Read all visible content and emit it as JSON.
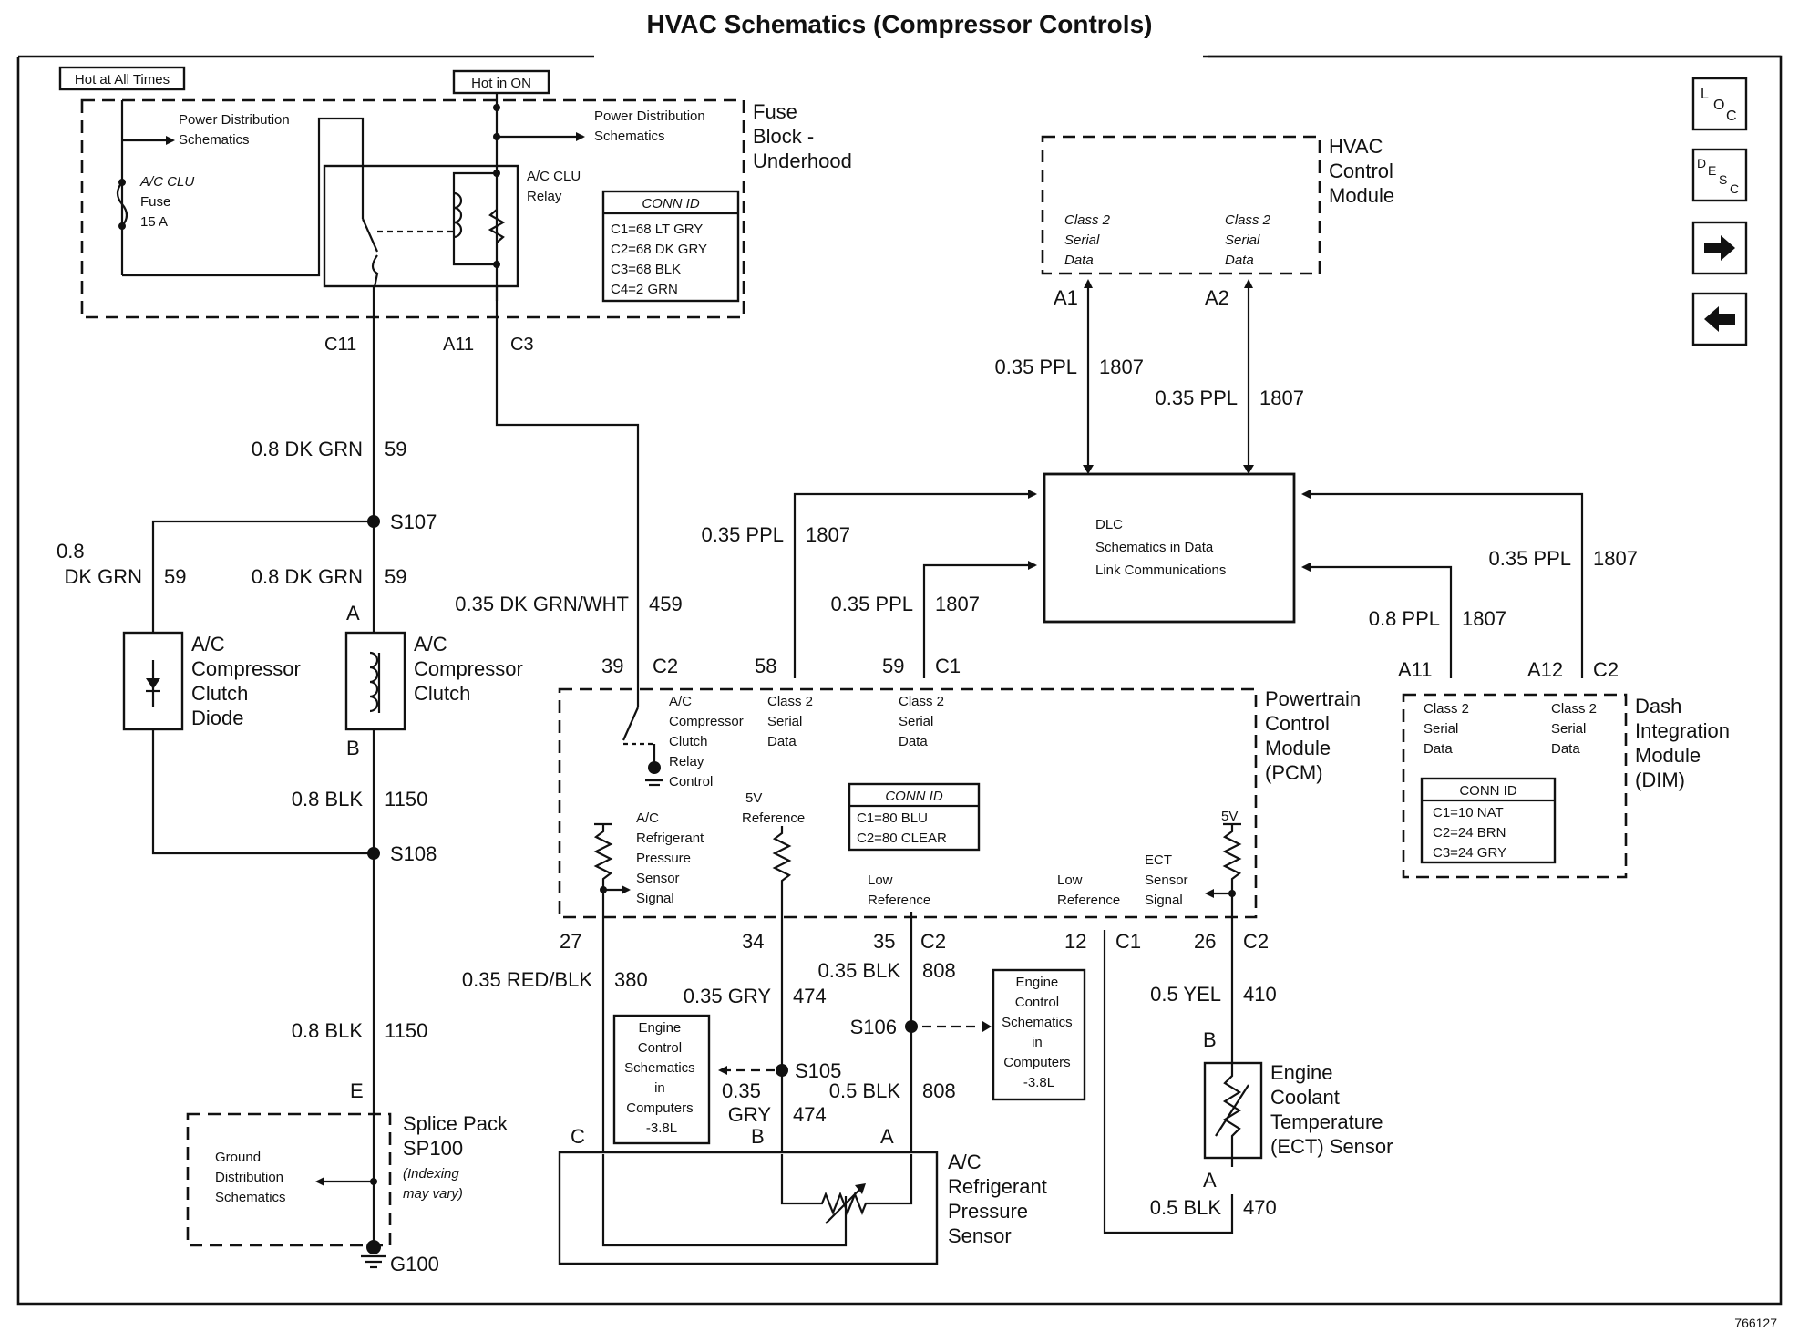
{
  "title": "HVAC Schematics (Compressor Controls)",
  "figure_id": "766127",
  "nav": {
    "loc_icon": "LOC",
    "desc_icon": "DESC",
    "next_icon": "arrow-right",
    "prev_icon": "arrow-left"
  },
  "feeds": {
    "hot_all_times": "Hot at All Times",
    "hot_in_on": "Hot in ON"
  },
  "fuse_block": {
    "name": [
      "Fuse",
      "Block -",
      "Underhood"
    ],
    "pd_left": [
      "Power Distribution",
      "Schematics"
    ],
    "pd_right": [
      "Power Distribution",
      "Schematics"
    ],
    "fuse": [
      "A/C CLU",
      "Fuse",
      "15 A"
    ],
    "relay": [
      "A/C CLU",
      "Relay"
    ],
    "conn_title": "CONN ID",
    "conn": [
      "C1=68 LT GRY",
      "C2=68 DK GRY",
      "C3=68 BLK",
      "C4=2 GRN"
    ],
    "pins": {
      "c11": "C11",
      "a11": "A11",
      "c3": "C3"
    }
  },
  "hvac_module": {
    "name": [
      "HVAC",
      "Control",
      "Module"
    ],
    "d1": [
      "Class 2",
      "Serial",
      "Data"
    ],
    "d2": [
      "Class 2",
      "Serial",
      "Data"
    ],
    "pin_a1": "A1",
    "pin_a2": "A2"
  },
  "dlc": {
    "lines": [
      "DLC",
      "Schematics in Data",
      "Link Communications"
    ]
  },
  "wires": {
    "ppl_a1": [
      "0.35 PPL",
      "1807"
    ],
    "ppl_a2": [
      "0.35 PPL",
      "1807"
    ],
    "ppl_58": [
      "0.35 PPL",
      "1807"
    ],
    "ppl_59": [
      "0.35 PPL",
      "1807"
    ],
    "ppl_a12": [
      "0.35 PPL",
      "1807"
    ],
    "ppl_a11": [
      "0.8 PPL",
      "1807"
    ],
    "grn_top": [
      "0.8 DK GRN",
      "59"
    ],
    "grn_left_a": "0.8",
    "grn_left_b": [
      "DK GRN",
      "59"
    ],
    "grn_clutch": [
      "0.8 DK GRN",
      "59"
    ],
    "grn_wht": [
      "0.35 DK GRN/WHT",
      "459"
    ],
    "blk_1150_a": [
      "0.8 BLK",
      "1150"
    ],
    "blk_1150_b": [
      "0.8 BLK",
      "1150"
    ],
    "red_blk": [
      "0.35 RED/BLK",
      "380"
    ],
    "gry_474_a": [
      "0.35 GRY",
      "474"
    ],
    "gry_474_b_a": "0.35",
    "gry_474_b_b": [
      "GRY",
      "474"
    ],
    "blk_808_a": [
      "0.35 BLK",
      "808"
    ],
    "blk_808_b": [
      "0.5 BLK",
      "808"
    ],
    "yel_410": [
      "0.5 YEL",
      "410"
    ],
    "blk_470": [
      "0.5 BLK",
      "470"
    ]
  },
  "splices": {
    "s107": "S107",
    "s108": "S108",
    "s105": "S105",
    "s106": "S106"
  },
  "clutch": {
    "name": [
      "A/C",
      "Compressor",
      "Clutch"
    ],
    "diode": [
      "A/C",
      "Compressor",
      "Clutch",
      "Diode"
    ],
    "pin_a": "A",
    "pin_b": "B"
  },
  "pcm": {
    "name": [
      "Powertrain",
      "Control",
      "Module",
      "(PCM)"
    ],
    "relay_ctrl": [
      "A/C",
      "Compressor",
      "Clutch",
      "Relay",
      "Control"
    ],
    "d58": [
      "Class 2",
      "Serial",
      "Data"
    ],
    "d59": [
      "Class 2",
      "Serial",
      "Data"
    ],
    "ref5v": [
      "5V",
      "Reference"
    ],
    "refrig": [
      "A/C",
      "Refrigerant",
      "Pressure",
      "Sensor",
      "Signal"
    ],
    "low_ref_a": [
      "Low",
      "Reference"
    ],
    "low_ref_b": [
      "Low",
      "Reference"
    ],
    "ect_sig": [
      "ECT",
      "Sensor",
      "Signal"
    ],
    "v5": "5V",
    "conn_title": "CONN ID",
    "conn": [
      "C1=80 BLU",
      "C2=80 CLEAR"
    ],
    "pins_top": {
      "p39": "39",
      "c2": "C2",
      "p58": "58",
      "p59": "59",
      "c1": "C1"
    },
    "pins_bot": {
      "p27": "27",
      "p34": "34",
      "p35": "35",
      "c2a": "C2",
      "p12": "12",
      "c1": "C1",
      "p26": "26",
      "c2b": "C2"
    }
  },
  "dim": {
    "name": [
      "Dash",
      "Integration",
      "Module",
      "(DIM)"
    ],
    "d1": [
      "Class 2",
      "Serial",
      "Data"
    ],
    "d2": [
      "Class 2",
      "Serial",
      "Data"
    ],
    "conn_title": "CONN ID",
    "conn": [
      "C1=10 NAT",
      "C2=24 BRN",
      "C3=24 GRY"
    ],
    "pins": {
      "a11": "A11",
      "a12": "A12",
      "c2": "C2"
    }
  },
  "engine_ctrl_a": [
    "Engine",
    "Control",
    "Schematics",
    "in",
    "Computers",
    "-3.8L"
  ],
  "engine_ctrl_b": [
    "Engine",
    "Control",
    "Schematics",
    "in",
    "Computers",
    "-3.8L"
  ],
  "refrig_sensor": {
    "name": [
      "A/C",
      "Refrigerant",
      "Pressure",
      "Sensor"
    ],
    "pin_c": "C",
    "pin_b": "B",
    "pin_a": "A"
  },
  "ect_sensor": {
    "name": [
      "Engine",
      "Coolant",
      "Temperature",
      "(ECT) Sensor"
    ],
    "pin_b": "B",
    "pin_a": "A"
  },
  "splice_pack": {
    "name": [
      "Splice Pack",
      "SP100"
    ],
    "note": [
      "(Indexing",
      "may vary)"
    ],
    "ground": [
      "Ground",
      "Distribution",
      "Schematics"
    ],
    "pin_e": "E",
    "g100": "G100"
  }
}
